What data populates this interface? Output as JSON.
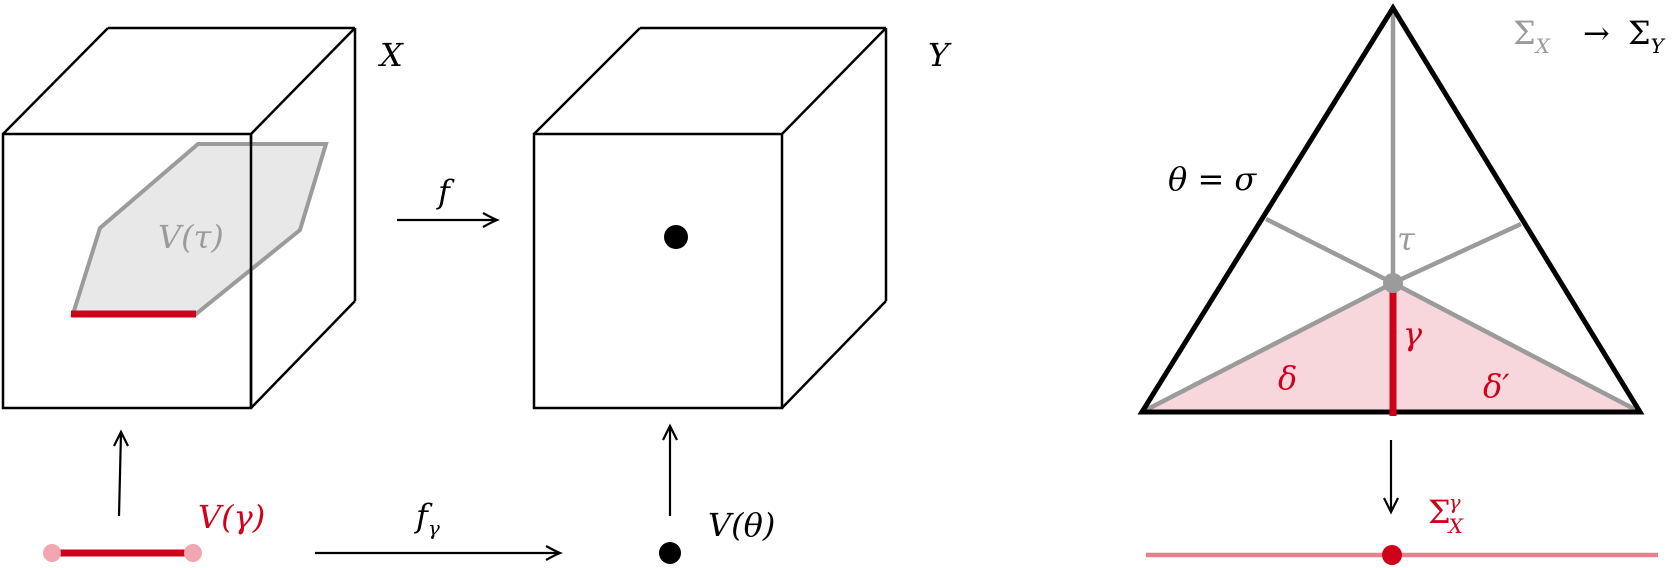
{
  "colors": {
    "black": "#000000",
    "red": "#d0021b",
    "gray": "#9b9b9b",
    "light_gray_fill": "#e8e8e8",
    "pink_fill": "#f7d6dc",
    "light_red_line": "#e8808e",
    "light_red_dot": "#f2a6b0"
  },
  "left_panel": {
    "space_X_label": "X",
    "space_Y_label": "Y",
    "plane_label": "V(τ)",
    "map_top_label": "f",
    "map_bottom_label": "f",
    "map_bottom_subscript": "γ",
    "segment_label": "V(γ)",
    "point_label": "V(θ)"
  },
  "right_panel": {
    "fan_source": "Σ",
    "fan_source_subscript": "X",
    "fan_target": "Σ",
    "fan_target_subscript": "Y",
    "fan_arrow": "→",
    "cone_theta_sigma": "θ = σ",
    "ray_tau": "τ",
    "ray_gamma": "γ",
    "cone_delta": "δ",
    "cone_delta_prime": "δ′",
    "quotient_fan": "Σ",
    "quotient_fan_subscript": "X",
    "quotient_fan_superscript": "γ"
  }
}
